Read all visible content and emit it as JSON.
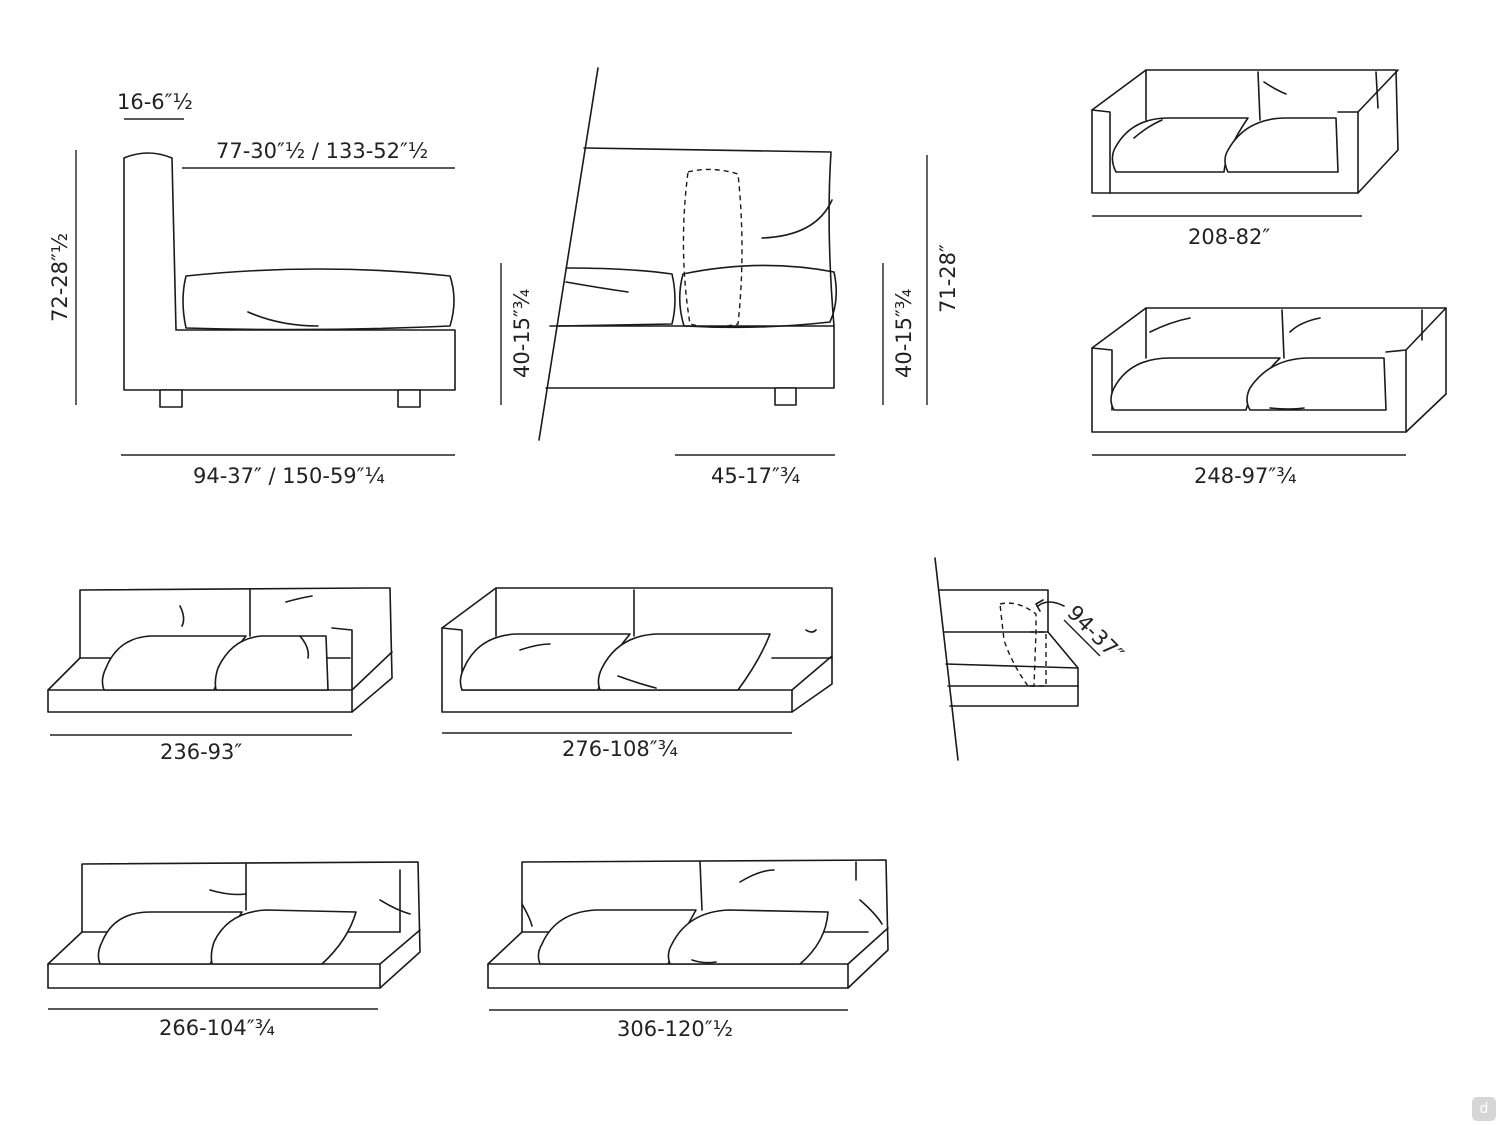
{
  "labels": {
    "armrest_width": "16-6″½",
    "seat_depth": "77-30″½ / 133-52″½",
    "back_height": "72-28″½",
    "total_depth": "94-37″ / 150-59″¼",
    "seat_height_a": "40-15″¾",
    "seat_height_b": "40-15″¾",
    "height_71": "71-28″",
    "arm_width": "45-17″¾",
    "sofa_208": "208-82″",
    "sofa_248": "248-97″¾",
    "sofa_236": "236-93″",
    "sofa_276": "276-108″¾",
    "sofa_94": "94-37″",
    "sofa_266": "266-104″¾",
    "sofa_306": "306-120″½"
  },
  "brand_badge": "d",
  "colors": {
    "line": "#1a1a1a",
    "background": "#ffffff",
    "badge": "#d6d6d6"
  }
}
